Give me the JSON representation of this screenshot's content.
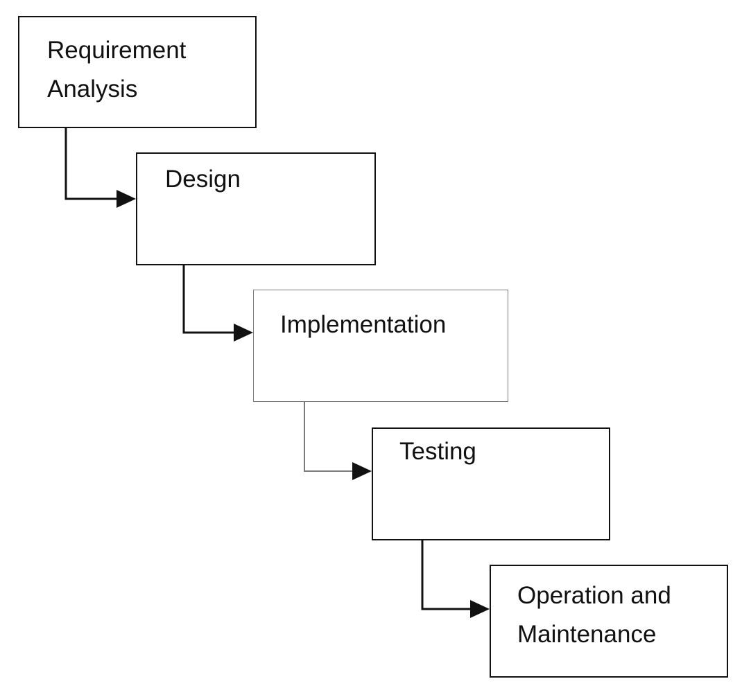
{
  "stages": [
    {
      "label": "Requirement\nAnalysis"
    },
    {
      "label": "Design"
    },
    {
      "label": "Implementation"
    },
    {
      "label": "Testing"
    },
    {
      "label": "Operation and\nMaintenance"
    }
  ],
  "colors": {
    "line": "#111111",
    "light_line": "#7a7a7a",
    "background": "#ffffff"
  }
}
